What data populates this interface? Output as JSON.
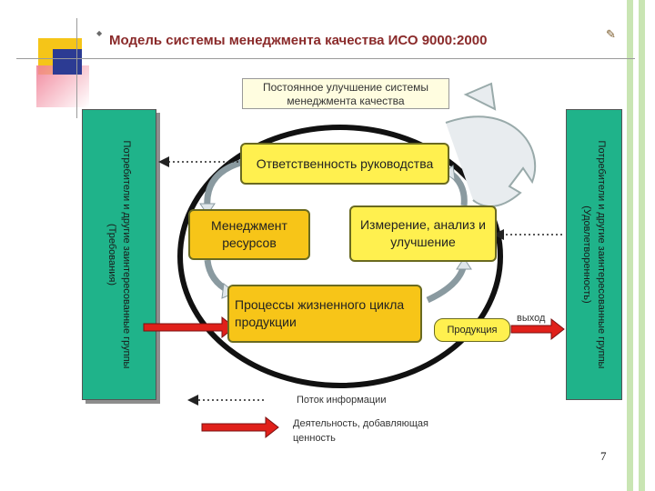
{
  "title": "Модель системы менеджмента качества ИСО 9000:2000",
  "improvement_label": "Постоянное улучшение системы менеджмента качества",
  "left_stakeholder": {
    "line1": "Потребители и другие заинтересованные группы",
    "line2": "(Требования)"
  },
  "right_stakeholder": {
    "line1": "Потребители и другие заинтересованные группы",
    "line2": "(Удовлетворенность)"
  },
  "boxes": {
    "responsibility": "Ответственность руководства",
    "resources": "Менеджмент ресурсов",
    "measurement": "Измерение, анализ и улучшение",
    "processes": "Процессы жизненного цикла продукции",
    "product": "Продукция"
  },
  "output_label": "выход",
  "legend": {
    "info_flow": "Поток информации",
    "value_activity": "Деятельность, добавляющая ценность"
  },
  "page_number": "7",
  "colors": {
    "stakeholder": "#1fb38a",
    "box_yellow": "#fff04f",
    "box_orange": "#f7c518",
    "arrow_red": "#e0201a",
    "title": "#8a2a2a"
  }
}
